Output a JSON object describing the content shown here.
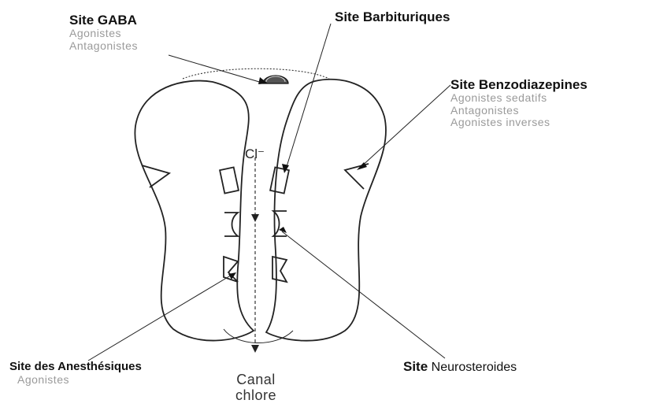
{
  "labels": {
    "gaba": {
      "title": "Site GABA",
      "lines": [
        "Agonistes",
        "Antagonistes"
      ]
    },
    "barbituriques": {
      "title": "Site Barbituriques"
    },
    "benzodiazepines": {
      "title": "Site Benzodiazepines",
      "lines": [
        "Agonistes sedatifs",
        "Antagonistes",
        "Agonistes inverses"
      ]
    },
    "anesthesiques": {
      "title": "Site des Anesthésiques",
      "lines": [
        "Agonistes"
      ]
    },
    "neurosteroides": {
      "title": "Site",
      "title_suffix": "Neurosteroides"
    },
    "ion": "Cl⁻",
    "canal": [
      "Canal",
      "chlore"
    ]
  }
}
